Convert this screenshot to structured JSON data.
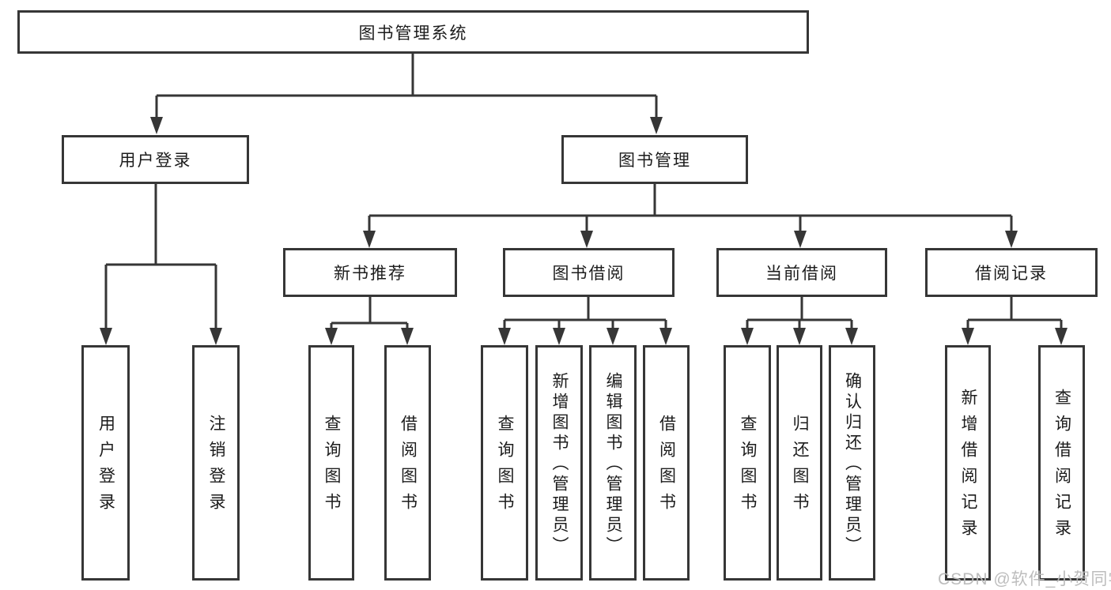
{
  "diagram": {
    "root": {
      "label": "图书管理系统"
    },
    "level2": {
      "login": {
        "label": "用户登录"
      },
      "manage": {
        "label": "图书管理"
      }
    },
    "level3": {
      "recommend": {
        "label": "新书推荐"
      },
      "borrow": {
        "label": "图书借阅"
      },
      "current": {
        "label": "当前借阅"
      },
      "records": {
        "label": "借阅记录"
      }
    },
    "leaves": {
      "login": [
        "用户登录",
        "注销登录"
      ],
      "recommend": [
        "查询图书",
        "借阅图书"
      ],
      "borrow": [
        "查询图书",
        "新增图书（管理员）",
        "编辑图书（管理员）",
        "借阅图书"
      ],
      "current": [
        "查询图书",
        "归还图书",
        "确认归还（管理员）"
      ],
      "records": [
        "新增借阅记录",
        "查询借阅记录"
      ]
    },
    "colors": {
      "line": "#363636",
      "box_border": "#363636",
      "text": "#1c1c1c",
      "background": "#ffffff"
    }
  },
  "watermark": {
    "text": "CSDN @软件_小贺同学",
    "color": "#b9b9b9"
  }
}
